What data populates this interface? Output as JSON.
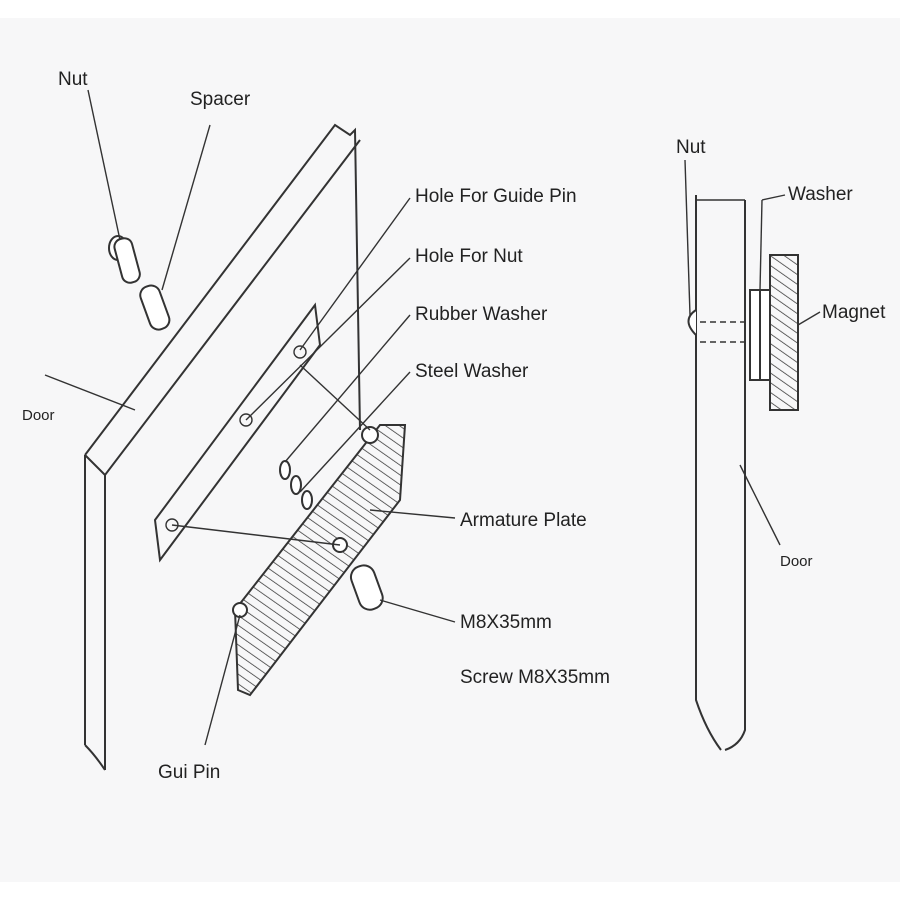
{
  "left_diagram": {
    "labels": {
      "nut": "Nut",
      "spacer": "Spacer",
      "door": "Door",
      "hole_guide_pin": "Hole For Guide Pin",
      "hole_nut": "Hole For Nut",
      "rubber_washer": "Rubber Washer",
      "steel_washer": "Steel Washer",
      "armature_plate": "Armature Plate",
      "m8": "M8X35mm",
      "screw": "Screw M8X35mm",
      "guide_pin": "Gui Pin"
    }
  },
  "right_diagram": {
    "labels": {
      "nut": "Nut",
      "washer": "Washer",
      "magnet": "Magnet",
      "door": "Door"
    }
  }
}
